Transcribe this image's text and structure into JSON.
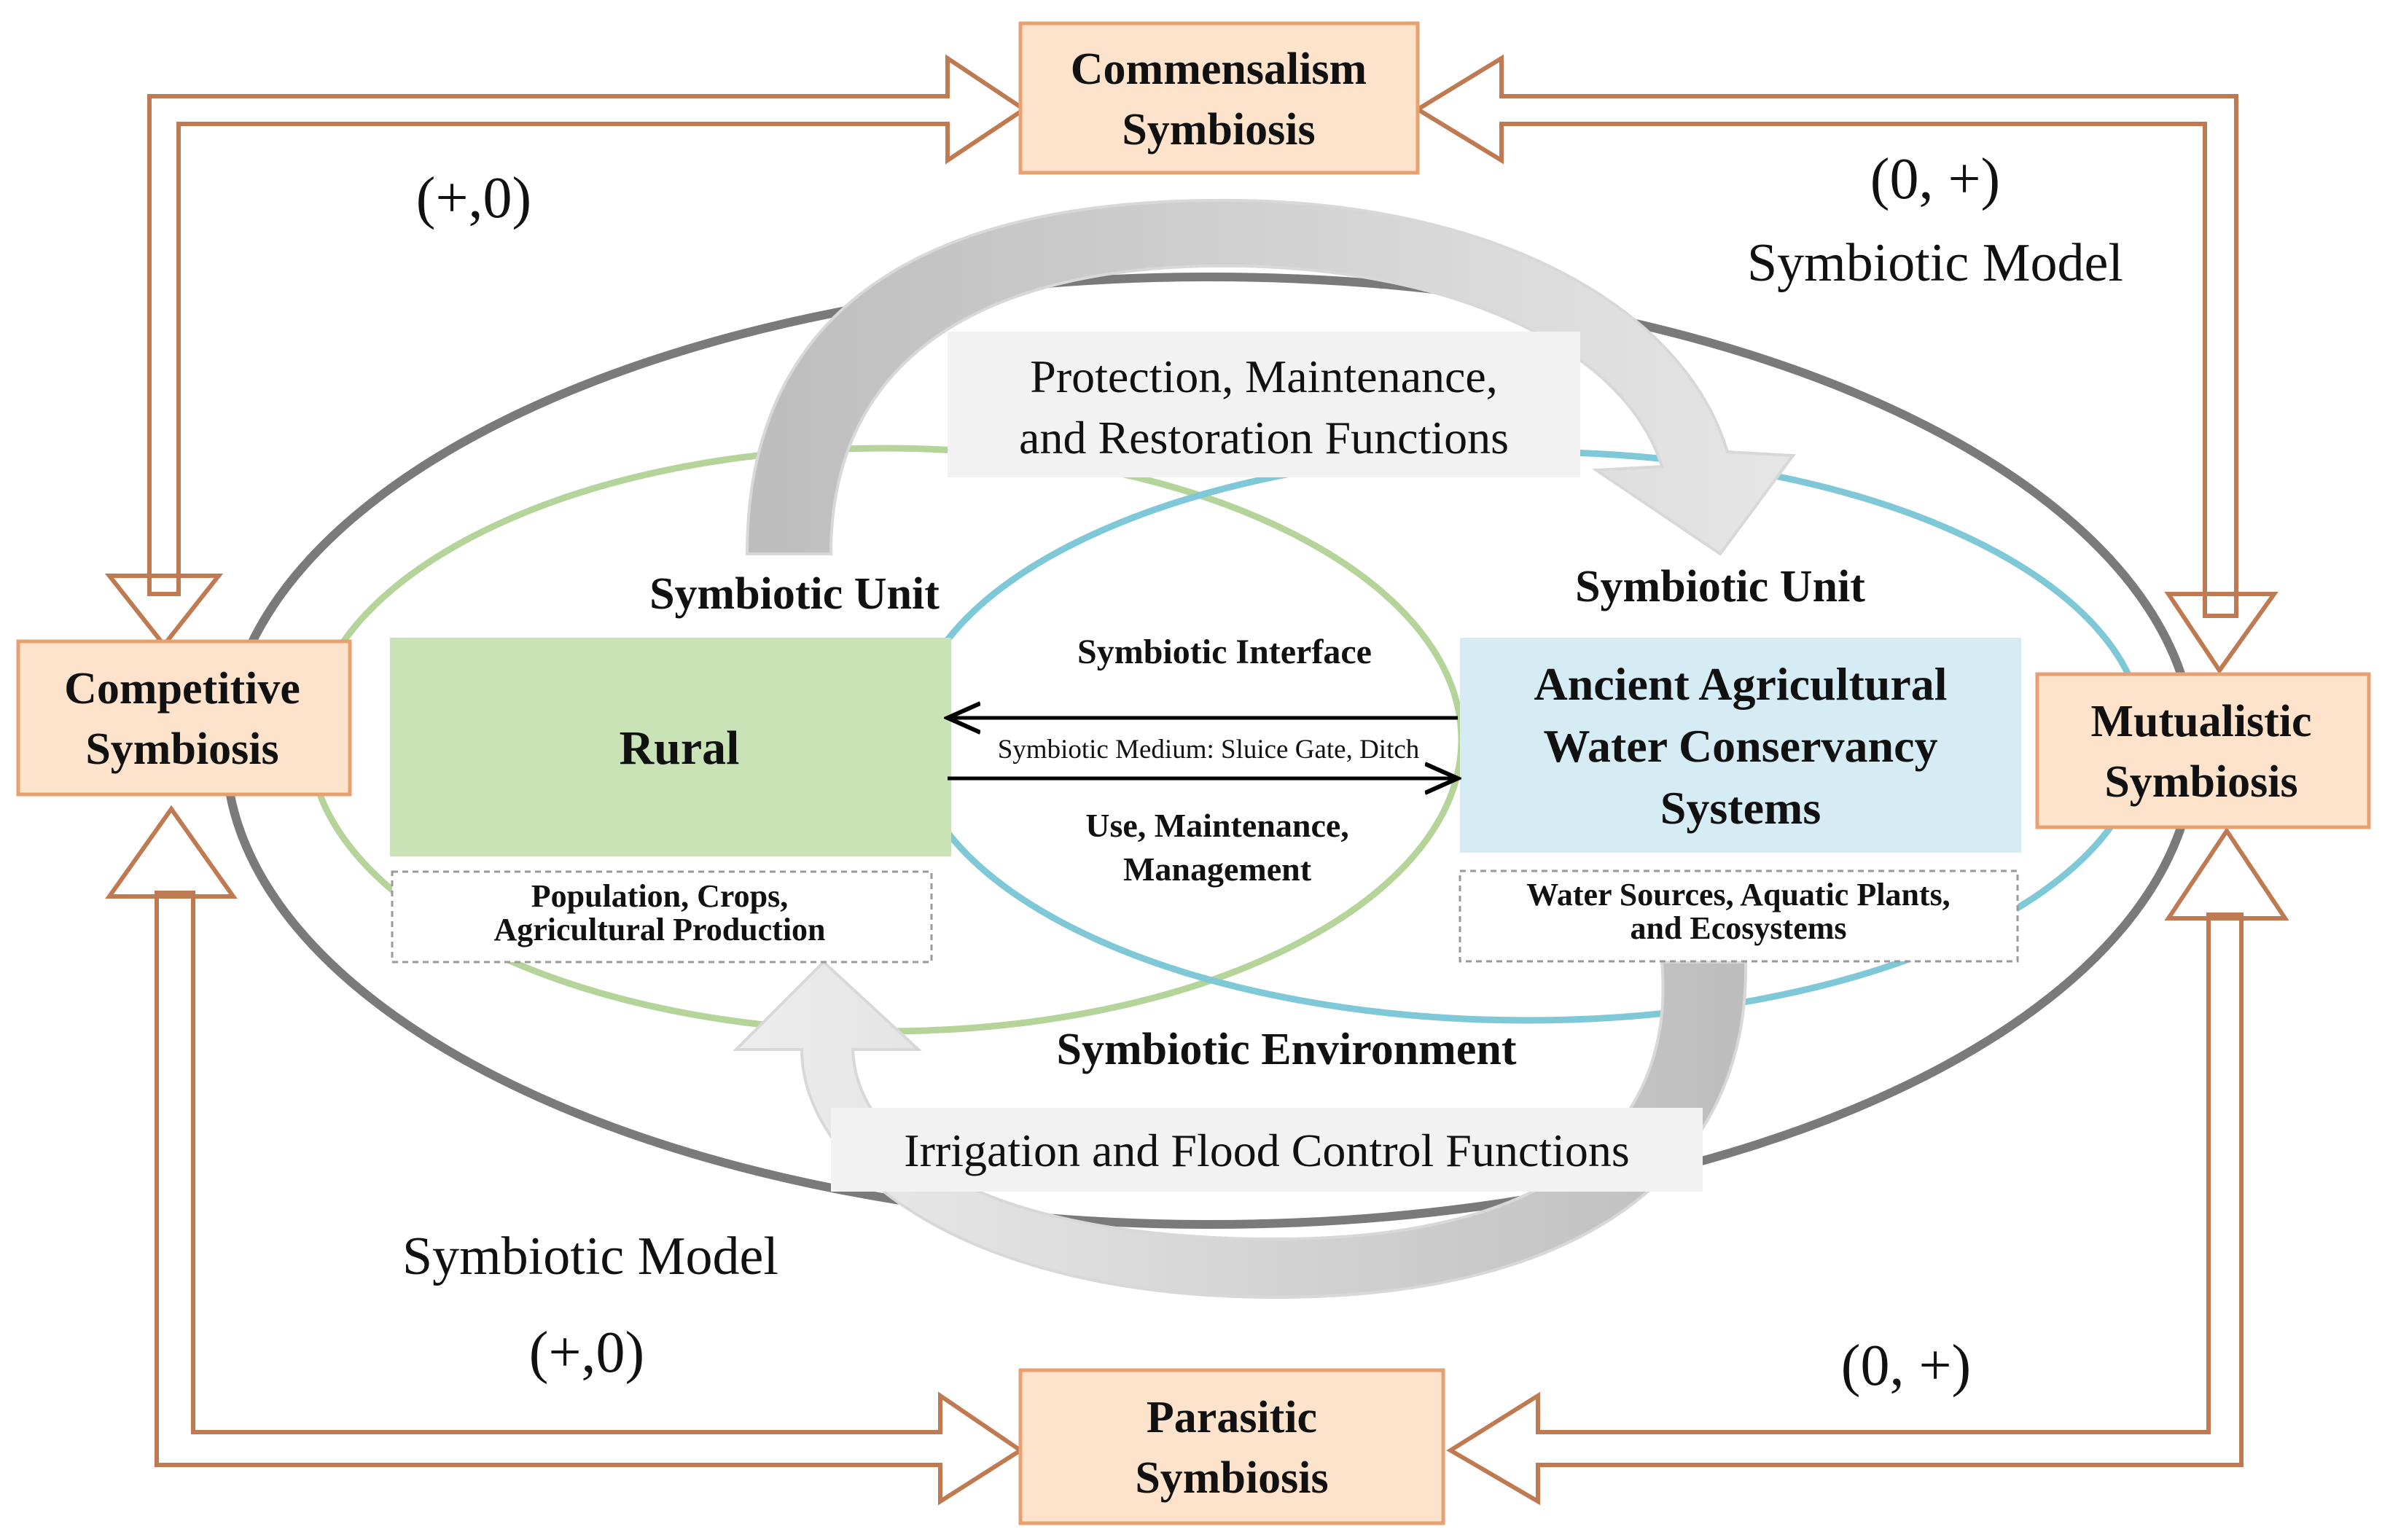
{
  "boxes": {
    "commensalism": {
      "line1": "Commensalism",
      "line2": "Symbiosis"
    },
    "competitive": {
      "line1": "Competitive",
      "line2": "Symbiosis"
    },
    "mutualistic": {
      "line1": "Mutualistic",
      "line2": "Symbiosis"
    },
    "parasitic": {
      "line1": "Parasitic",
      "line2": "Symbiosis"
    }
  },
  "labels": {
    "sign_top_left": "(+,0)",
    "sign_top_right": "(0, +)",
    "sign_bottom_left": "(+,0)",
    "sign_bottom_right": "(0, +)",
    "model_top": "Symbiotic Model",
    "model_bottom": "Symbiotic Model"
  },
  "center": {
    "functions_top_line1": "Protection, Maintenance,",
    "functions_top_line2": "and Restoration Functions",
    "functions_bottom": "Irrigation and Flood Control Functions",
    "unit_left": "Symbiotic Unit",
    "unit_right": "Symbiotic Unit",
    "interface": "Symbiotic Interface",
    "medium": "Symbiotic Medium: Sluice Gate, Ditch",
    "use_line1": "Use, Maintenance,",
    "use_line2": "Management",
    "environment": "Symbiotic Environment",
    "rural": "Rural",
    "rural_note_line1": "Population, Crops,",
    "rural_note_line2": "Agricultural Production",
    "water_line1": "Ancient Agricultural",
    "water_line2": "Water Conservancy",
    "water_line3": "Systems",
    "water_note_line1": "Water Sources, Aquatic Plants,",
    "water_note_line2": "and Ecosystems"
  },
  "colors": {
    "box_fill": "#fde3cc",
    "box_stroke": "#e9a070",
    "arrow_stroke": "#c07a52",
    "outer_ellipse": "#7a7a7a",
    "green_ellipse": "#b5d49a",
    "blue_ellipse": "#7fc8d8",
    "rural_fill": "#c9e3b6",
    "water_fill": "#d5ecf4",
    "curved_arrow": "#c8c8c8",
    "label_fill": "#f2f2f2"
  }
}
